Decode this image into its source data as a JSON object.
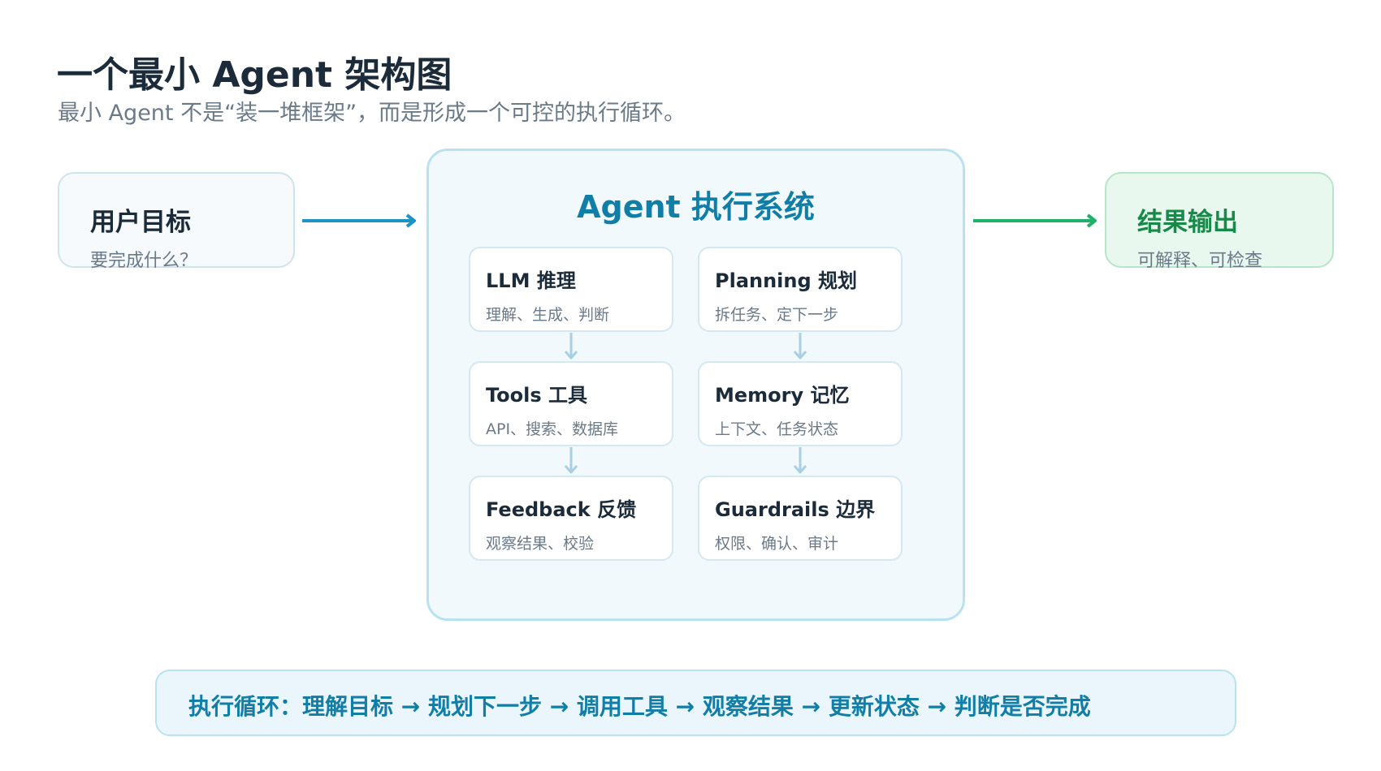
{
  "header": {
    "title": "一个最小 Agent 架构图",
    "subtitle": "最小 Agent 不是“装一堆框架”，而是形成一个可控的执行循环。"
  },
  "input": {
    "title": "用户目标",
    "subtitle": "要完成什么？"
  },
  "output": {
    "title": "结果输出",
    "subtitle": "可解释、可检查"
  },
  "system": {
    "title": "Agent 执行系统",
    "left_column": [
      {
        "title": "LLM 推理",
        "subtitle": "理解、生成、判断"
      },
      {
        "title": "Tools 工具",
        "subtitle": "API、搜索、数据库"
      },
      {
        "title": "Feedback 反馈",
        "subtitle": "观察结果、校验"
      }
    ],
    "right_column": [
      {
        "title": "Planning 规划",
        "subtitle": "拆任务、定下一步"
      },
      {
        "title": "Memory 记忆",
        "subtitle": "上下文、任务状态"
      },
      {
        "title": "Guardrails 边界",
        "subtitle": "权限、确认、审计"
      }
    ]
  },
  "loop": {
    "text": "执行循环：理解目标 → 规划下一步 → 调用工具 → 观察结果 → 更新状态 → 判断是否完成"
  },
  "colors": {
    "accent_blue": "#117ea7",
    "flow_arrow_blue": "#1a94c4",
    "flow_arrow_green": "#1fb06a",
    "output_green": "#178a4a",
    "connector": "#a9d0e2"
  }
}
